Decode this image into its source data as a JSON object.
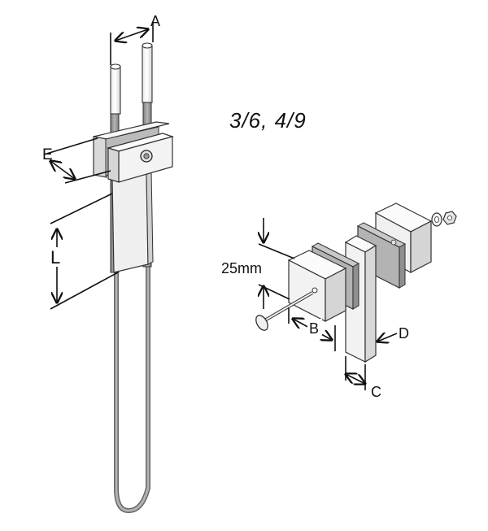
{
  "labels": {
    "model": "3/6, 4/9",
    "dim_a": "A",
    "dim_e": "E",
    "dim_l": "L",
    "dim_25": "25mm",
    "dim_b": "B",
    "dim_c": "C",
    "dim_d": "D"
  },
  "colors": {
    "line": "#222222",
    "block": "#f2f2f2",
    "block_side": "#d9d9d9",
    "gasket": "#b0b0b0",
    "wire": "#9a9a9a"
  }
}
